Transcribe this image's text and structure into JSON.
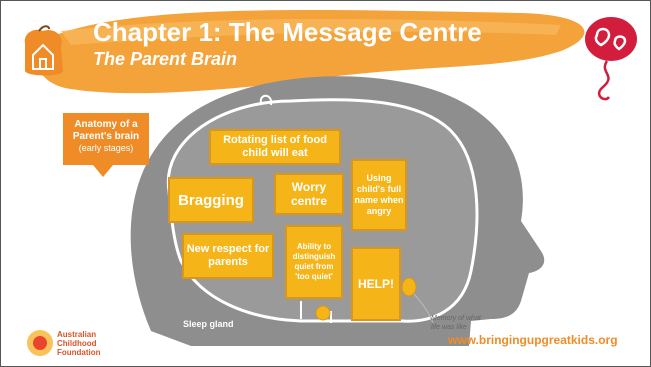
{
  "header": {
    "title": "Chapter 1: The Message Centre",
    "subtitle": "The Parent Brain"
  },
  "callout": {
    "line1": "Anatomy of a",
    "line2": "Parent's brain",
    "line3": "(early stages)"
  },
  "brain_regions": {
    "food_list": "Rotating list of food child will eat",
    "bragging": "Bragging",
    "worry": "Worry centre",
    "full_name": "Using child's full name when angry",
    "respect": "New respect for parents",
    "quiet": "Ability to distinguish quiet from 'too quiet'",
    "help": "HELP!"
  },
  "labels": {
    "sleep_gland": "Sleep gland",
    "memory": "Memory of what life was like"
  },
  "footer": {
    "url": "www.bringingupgreatkids.org",
    "logo_line1": "Australian",
    "logo_line2": "Childhood",
    "logo_line3": "Foundation"
  },
  "colors": {
    "accent_orange": "#f08c28",
    "box_yellow": "#f5b417",
    "head_gray": "#8a8a8a"
  }
}
